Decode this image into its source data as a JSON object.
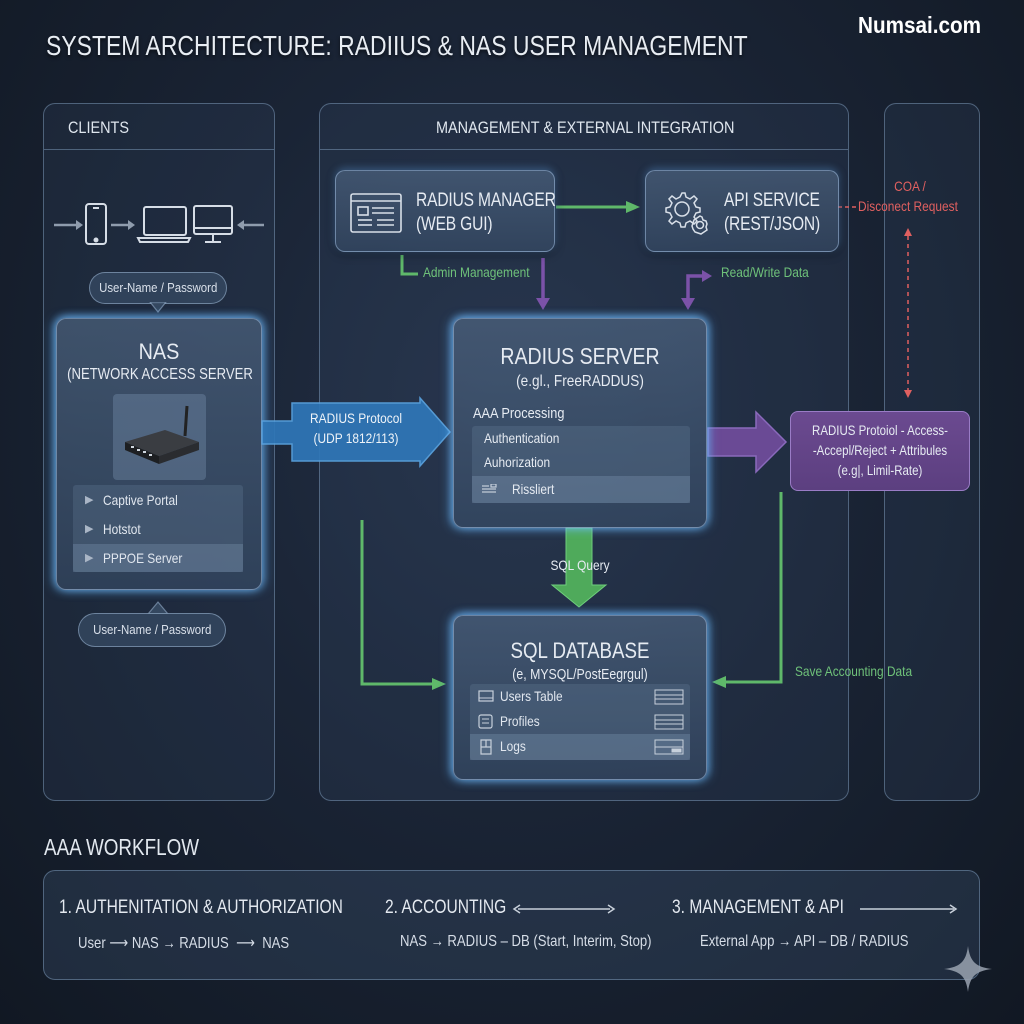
{
  "header": {
    "title": "SYSTEM ARCHITECTURE: RADIIUS & NAS USER MANAGEMENT",
    "brand": "Numsai.com"
  },
  "clients": {
    "title": "CLIENTS",
    "devices": [
      "phone-icon",
      "laptop-icon",
      "desktop-icon"
    ],
    "credentials_top": "User-Name / Password",
    "credentials_bottom": "User-Name / Password",
    "nas": {
      "title": "NAS",
      "subtitle": "(NETWORK ACCESS SERVER",
      "device": "router-icon",
      "services": [
        "Captive Portal",
        "Hotstot",
        "PPPOE Server"
      ]
    }
  },
  "management": {
    "title": "MANAGEMENT & EXTERNAL INTEGRATION",
    "radius_manager": {
      "line1": "RADIUS MANAGER",
      "line2": "(WEB GUI)",
      "icon": "web-page-icon"
    },
    "api_service": {
      "line1": "API SERVICE",
      "line2": "(REST/JSON)",
      "icon": "gears-icon"
    },
    "admin_label": "Admin Management",
    "rw_label": "Read/Write Data",
    "radius_server": {
      "title": "RADIUS SERVER",
      "subtitle": "(e.gl., FreeRADDUS)",
      "section": "AAA Processing",
      "items": [
        "Authentication",
        "Auhorization",
        "Rissliert"
      ]
    },
    "sql_query_label": "SQL Query",
    "sql_database": {
      "title": "SQL DATABASE",
      "subtitle": "(e, MYSQL/PostEegrgul)",
      "tables": [
        "Users Table",
        "Profiles",
        "Logs"
      ]
    },
    "save_accounting_label": "Save Accounting Data"
  },
  "protocol_arrow": {
    "line1": "RADIUS Protocol",
    "line2": "(UDP 1812/113)"
  },
  "response_box": {
    "line1": "RADIUS Protoiol - Access-",
    "line2": "-Accepl/Reject + Attribules",
    "line3": "(e.g|, Limil-Rate)"
  },
  "coa": {
    "line1": "COA /",
    "line2": "Disconect Request"
  },
  "workflow": {
    "title": "AAA WORKFLOW",
    "steps": [
      {
        "title": "1. AUTHENITATION & AUTHORIZATION",
        "flow": [
          "User",
          "NAS",
          "RADIUS",
          "NAS"
        ]
      },
      {
        "title": "2. ACCOUNTING",
        "flow": "NAS → RADIUS – DB (Start, Interim, Stop)"
      },
      {
        "title": "3. MANAGEMENT & API",
        "flow": "External App → API – DB / RADIUS"
      }
    ]
  },
  "colors": {
    "green": "#5fb86a",
    "purple": "#7b52a8",
    "blue": "#3a86c8",
    "red": "#e06060"
  }
}
